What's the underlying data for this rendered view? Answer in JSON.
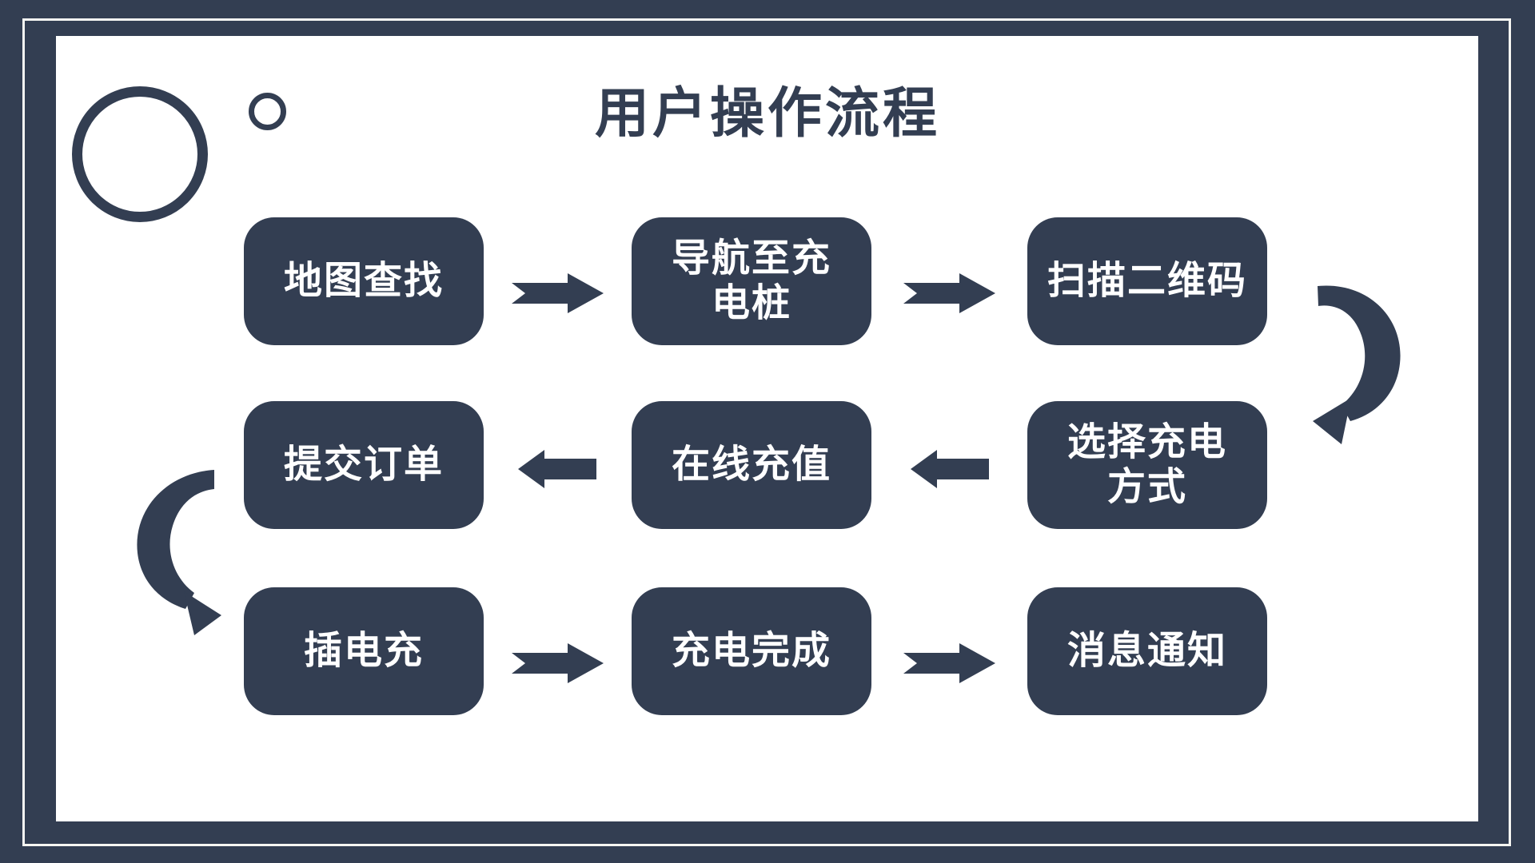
{
  "title": "用户操作流程",
  "colors": {
    "navy": "#333E52",
    "panel_background": "#FFFFFF",
    "frame_line": "#F6F6F2",
    "box_text": "#FFFFFF"
  },
  "flow": {
    "rows": [
      {
        "direction": "right",
        "steps": [
          "地图查找",
          "导航至充\n电桩",
          "扫描二维码"
        ]
      },
      {
        "direction": "left",
        "steps": [
          "提交订单",
          "在线充值",
          "选择充电\n方式"
        ]
      },
      {
        "direction": "right",
        "steps": [
          "插电充",
          "充电完成",
          "消息通知"
        ]
      }
    ],
    "row_links": [
      "curved-arrow-down-left",
      "curved-arrow-down-right"
    ],
    "sequence": [
      "地图查找",
      "导航至充电桩",
      "扫描二维码",
      "选择充电方式",
      "在线充值",
      "提交订单",
      "插电充",
      "充电完成",
      "消息通知"
    ]
  },
  "icons": {
    "straight_right": "block-arrow-right-notched-tail",
    "straight_left": "block-arrow-left-flat-tail",
    "curve_right_side": "tapered-swoosh-arrow-down-left",
    "curve_left_side": "tapered-swoosh-arrow-down-right"
  }
}
